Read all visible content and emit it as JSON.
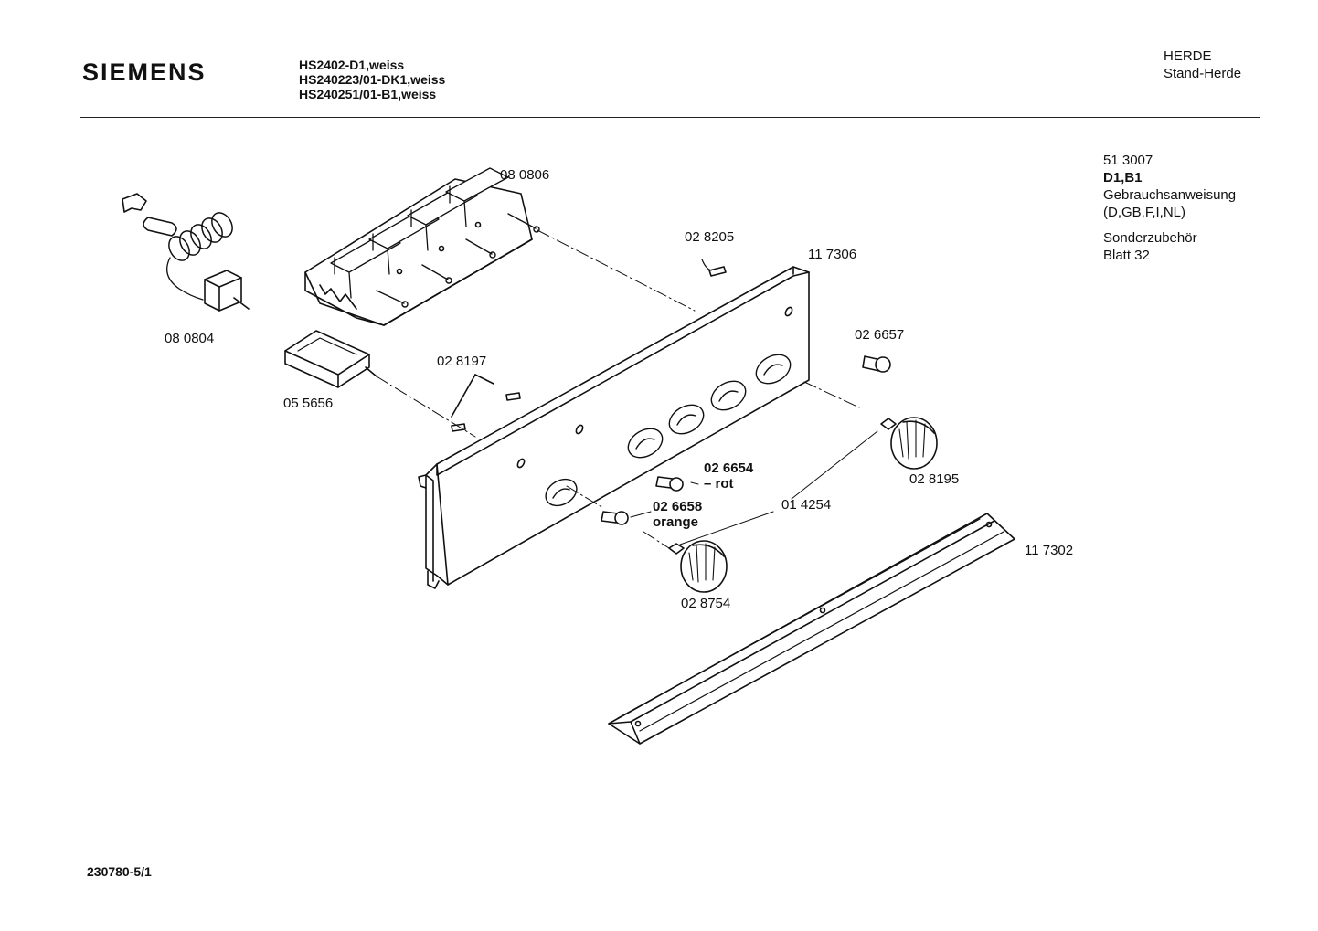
{
  "header": {
    "brand": "SIEMENS",
    "models": [
      "HS2402-D1,weiss",
      "HS240223/01-DK1,weiss",
      "HS240251/01-B1,weiss"
    ],
    "category": "HERDE",
    "subcategory": "Stand-Herde"
  },
  "info": {
    "code": "51 3007",
    "variant": "D1,B1",
    "manual": "Gebrauchsanweisung",
    "languages": "(D,GB,F,I,NL)",
    "accessories": "Sonderzubehör",
    "sheet": "Blatt 32"
  },
  "parts": {
    "p080806": "08 0806",
    "p080804": "08 0804",
    "p028205": "02 8205",
    "p117306": "11 7306",
    "p026657": "02 6657",
    "p055656": "05 5656",
    "p028197": "02 8197",
    "p026654": "02 6654",
    "p026654_note": "– rot",
    "p026658": "02 6658",
    "p026658_note": "orange",
    "p014254": "01 4254",
    "p028195": "02 8195",
    "p117302": "11 7302",
    "p028754": "02 8754"
  },
  "footer": {
    "doc_id": "230780-5/1"
  }
}
